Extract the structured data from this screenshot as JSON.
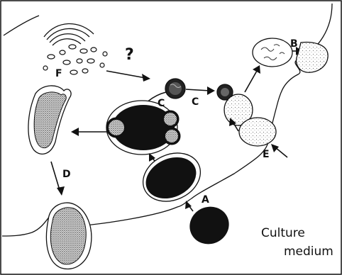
{
  "labels": {
    "A": "A",
    "B": "B",
    "C_left": "C",
    "C_right": "C",
    "D": "D",
    "E": "E",
    "F": "F",
    "question": "?",
    "medium_line1": "Culture",
    "medium_line2": "medium"
  },
  "colors": {
    "ink": "#111111",
    "stipple": "#8a8a8a",
    "background": "#ffffff"
  }
}
